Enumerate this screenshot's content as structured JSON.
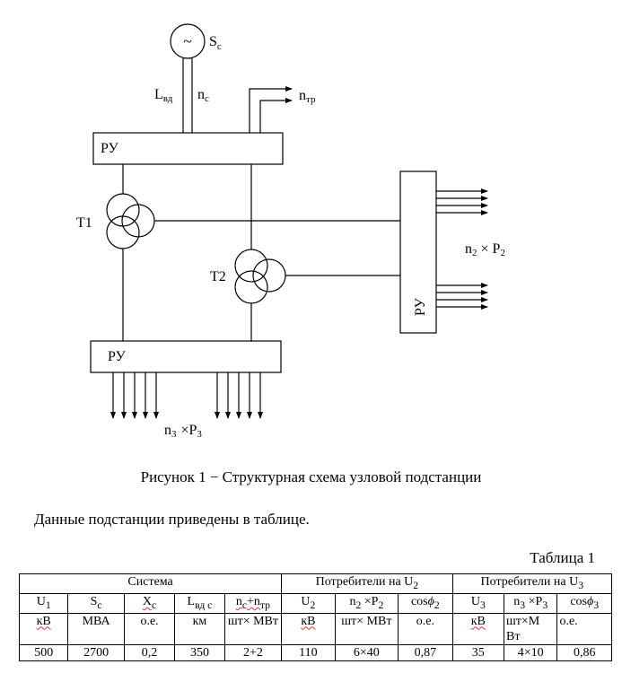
{
  "diagram": {
    "source_label": "S",
    "source_sub": "c",
    "generator_symbol": "~",
    "line_label_main": "L",
    "line_label_sub": "вд",
    "nc_main": "n",
    "nc_sub": "c",
    "ntr_main": "n",
    "ntr_sub": "тр",
    "ru_top": "РУ",
    "ru_bottom": "РУ",
    "ru_right": "РУ",
    "t1": "T1",
    "t2": "T2",
    "load2_n": "n",
    "load2_n_sub": "2",
    "load2_times": "×",
    "load2_p": "P",
    "load2_p_sub": "2",
    "load3_n": "n",
    "load3_n_sub": "3",
    "load3_times": "×P",
    "load3_p_sub": "3"
  },
  "caption": "Рисунок 1 − Структурная схема узловой подстанции",
  "paragraph": "Данные подстанции приведены в таблице.",
  "table_title": "Таблица 1",
  "table": {
    "groups": [
      "Система",
      "Потребители на U",
      "Потребители на U"
    ],
    "group_subs": [
      "",
      "2",
      "3"
    ],
    "headers": [
      {
        "main": "U",
        "sub": "1"
      },
      {
        "main": "S",
        "sub": "c"
      },
      {
        "main": "X",
        "sub": "c"
      },
      {
        "main": "L",
        "sub": "вд с"
      },
      {
        "main": "n",
        "sub": "c",
        "rest": "+n",
        "sub2": "тр"
      },
      {
        "main": "U",
        "sub": "2"
      },
      {
        "main": "n",
        "sub": "2",
        "rest": " ×P",
        "sub2": "2"
      },
      {
        "main": "cos",
        "phi": "ϕ",
        "sub": "2"
      },
      {
        "main": "U",
        "sub": "3"
      },
      {
        "main": "n",
        "sub": "3",
        "rest": " ×P",
        "sub2": "3"
      },
      {
        "main": "cos",
        "phi": "ϕ",
        "sub": "3"
      }
    ],
    "units": [
      "кВ",
      "МВА",
      "о.е.",
      "км",
      "шт× МВт",
      "кВ",
      "шт× МВт",
      "о.е.",
      "кВ",
      "шт×М Вт",
      "о.е."
    ],
    "values": [
      "500",
      "2700",
      "0,2",
      "350",
      "2+2",
      "110",
      "6×40",
      "0,87",
      "35",
      "4×10",
      "0,86"
    ]
  }
}
